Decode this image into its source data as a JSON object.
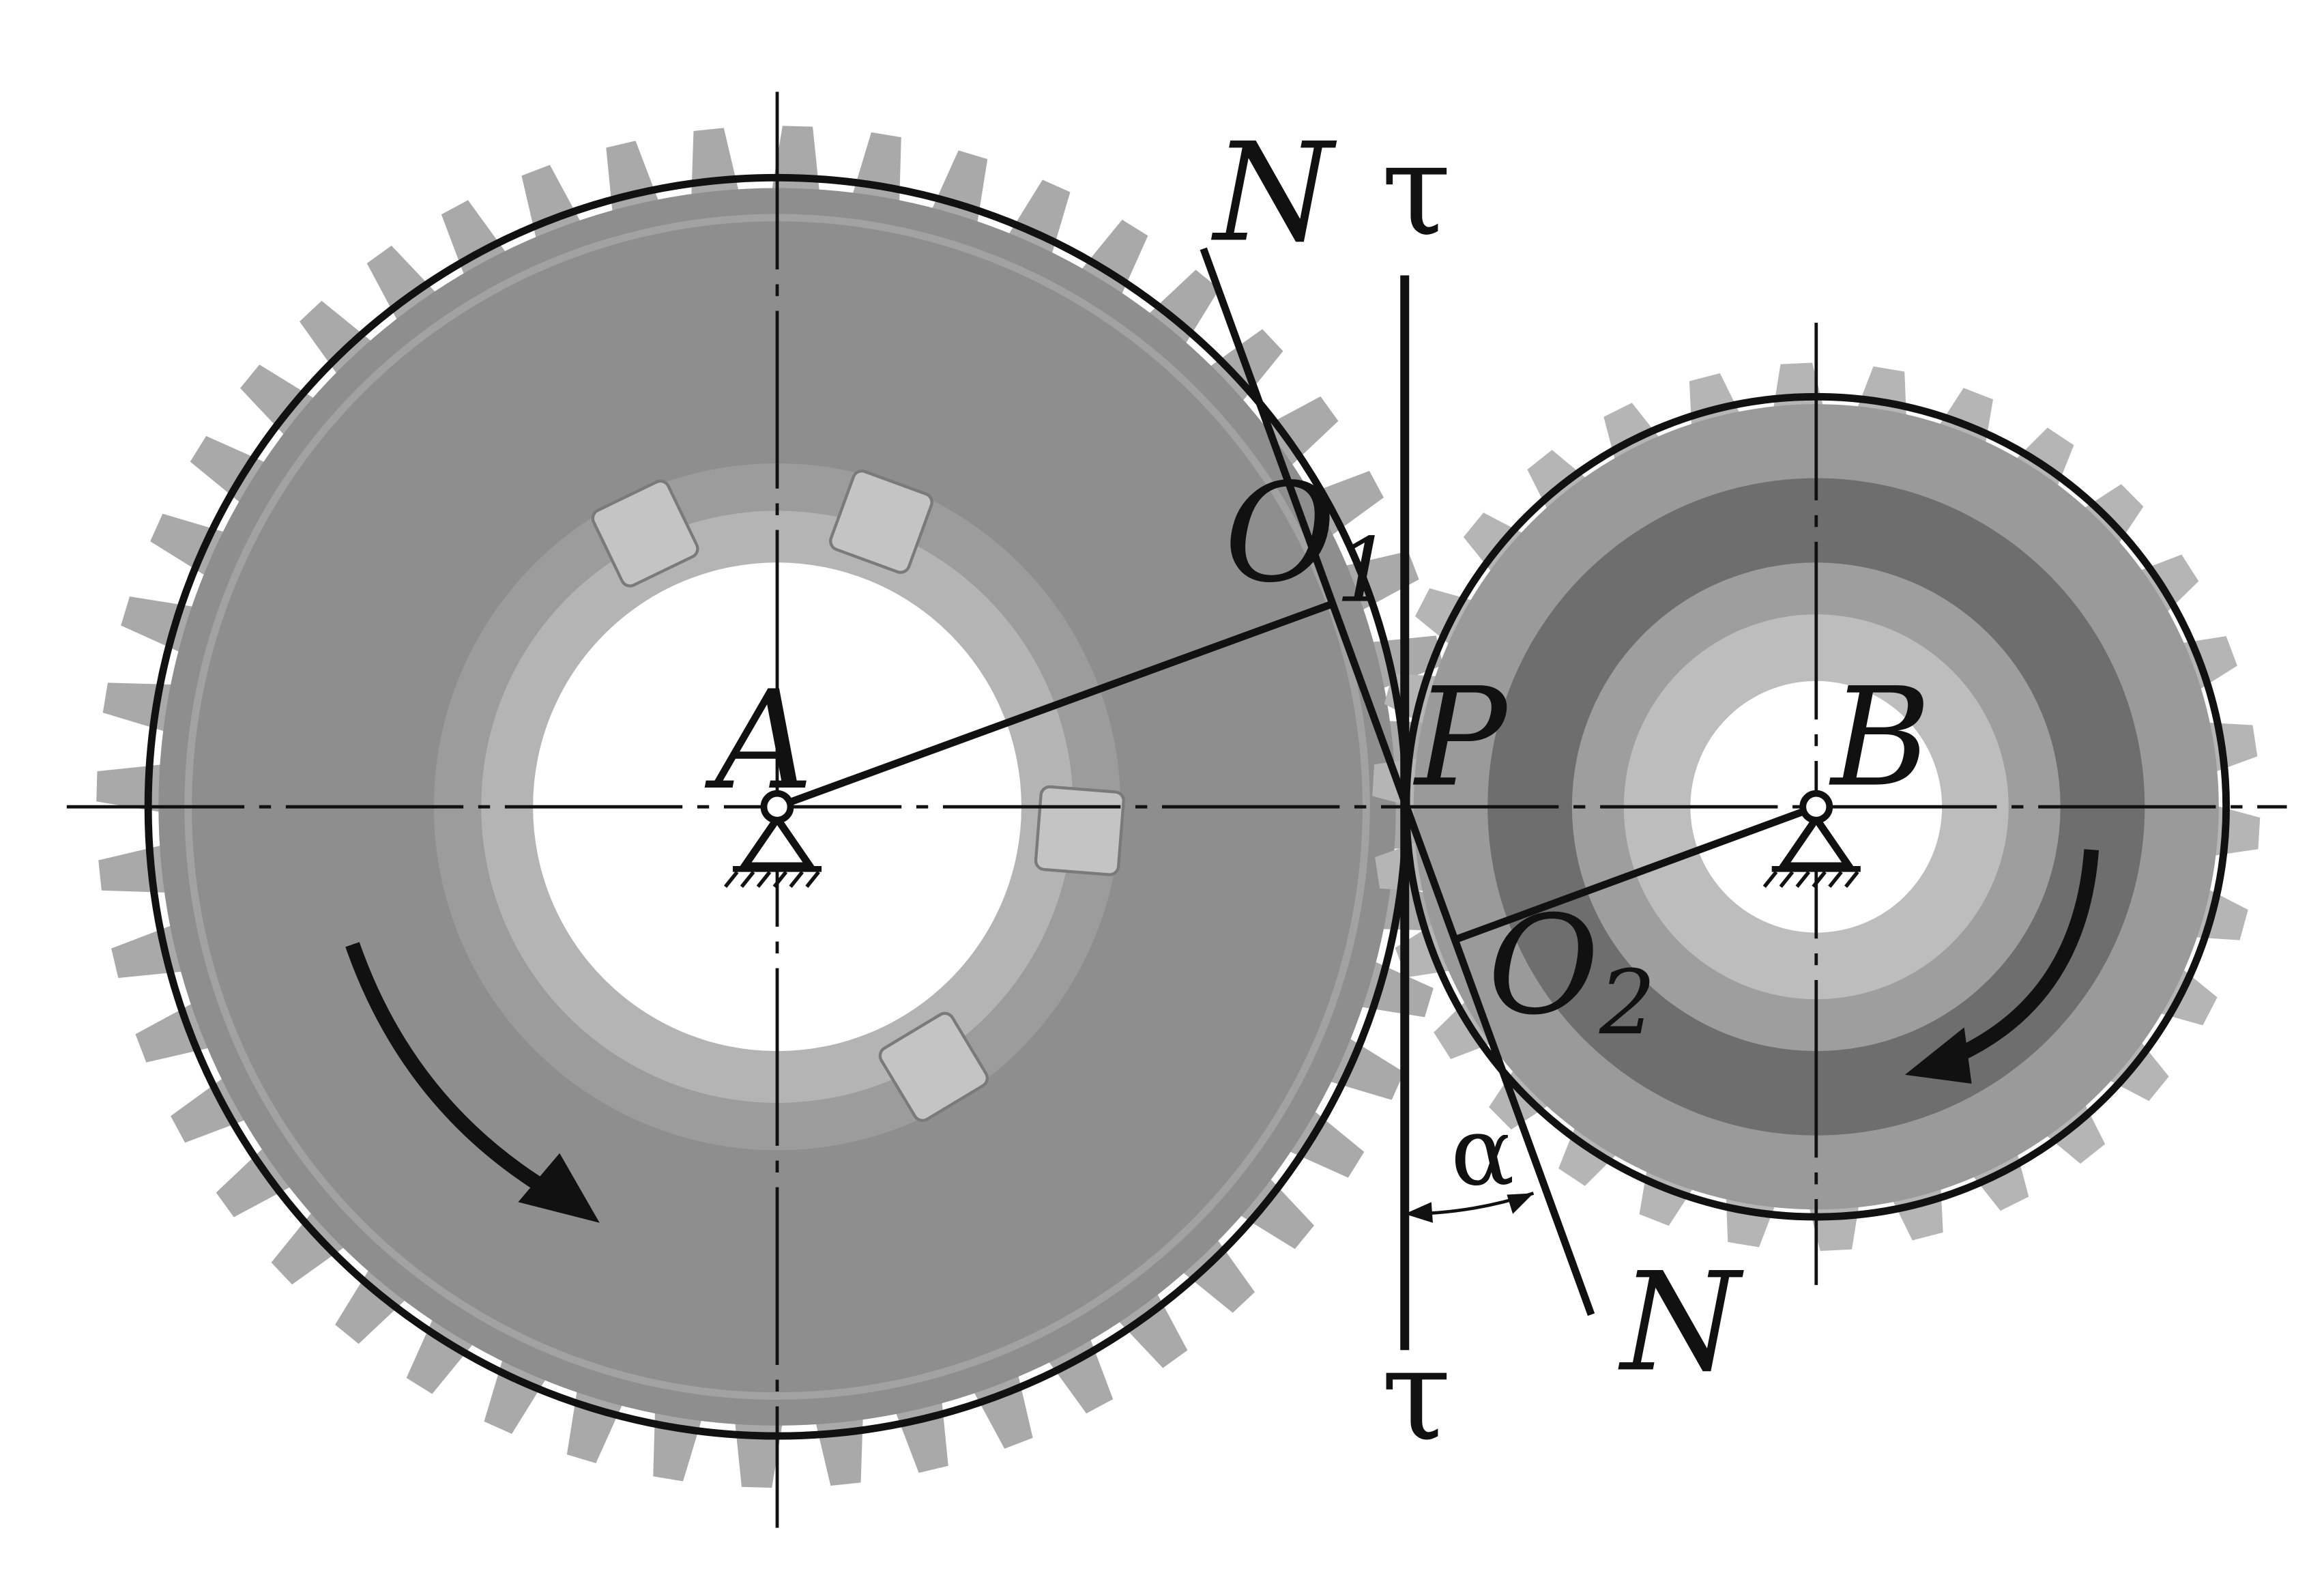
{
  "labels": {
    "center_left": "A",
    "center_right": "B",
    "pitch_point": "P",
    "o1": "O",
    "o1_sub": "1",
    "o2": "O",
    "o2_sub": "2",
    "normal_top": "N",
    "normal_bottom": "N",
    "tangent_top": "τ",
    "tangent_bottom": "τ",
    "angle": "α"
  },
  "colors": {
    "ink": "#111111",
    "gear_large_body": "#8e8e8e",
    "gear_large_tooth": "#a9a9a9",
    "gear_small_body": "#9a9a9a",
    "gear_small_tooth": "#b5b5b5",
    "hub_white": "#ffffff"
  },
  "gears": {
    "large_tooth_count": 48,
    "small_tooth_count": 30
  },
  "icons": [
    "rotation-arrow-clockwise-icon",
    "rotation-arrow-counterclockwise-icon",
    "pin-support-icon"
  ]
}
